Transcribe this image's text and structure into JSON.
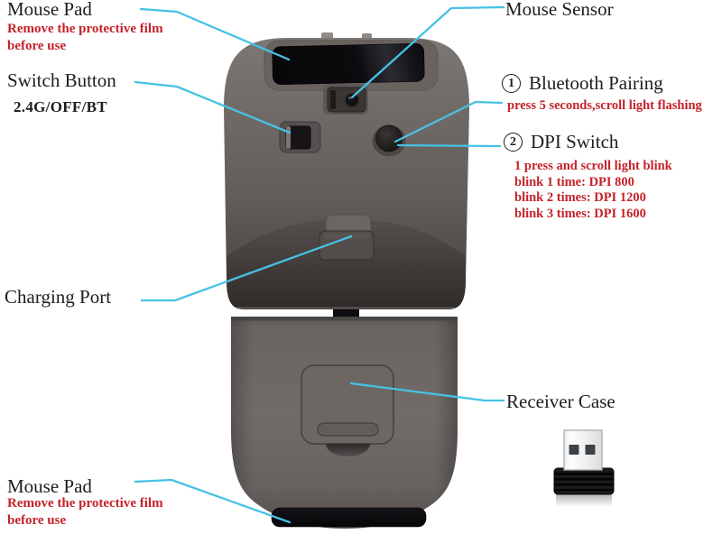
{
  "labels": {
    "mouse_pad_top": {
      "title": "Mouse Pad",
      "note_line1": "Remove the protective film",
      "note_line2": "before use"
    },
    "mouse_sensor": {
      "title": "Mouse Sensor"
    },
    "switch_button": {
      "title": "Switch Button",
      "modes": "2.4G/OFF/BT"
    },
    "bluetooth_pairing": {
      "number": "1",
      "title": "Bluetooth Pairing",
      "note": "press 5 seconds,scroll light flashing"
    },
    "dpi_switch": {
      "number": "2",
      "title": "DPI Switch",
      "notes": [
        "1 press and scroll light blink",
        "blink 1 time: DPI 800",
        "blink 2 times: DPI 1200",
        "blink 3 times: DPI 1600"
      ]
    },
    "charging_port": {
      "title": "Charging Port"
    },
    "receiver_case": {
      "title": "Receiver Case"
    },
    "mouse_pad_bottom": {
      "title": "Mouse Pad",
      "note_line1": "Remove the protective film",
      "note_line2": "before use"
    }
  },
  "colors": {
    "callout": "#45c2e5",
    "annotation_red": "#c5222a",
    "text_black": "#1d1d1d",
    "body_gray": "#6e6763",
    "pad_black": "#0a0a0c"
  }
}
